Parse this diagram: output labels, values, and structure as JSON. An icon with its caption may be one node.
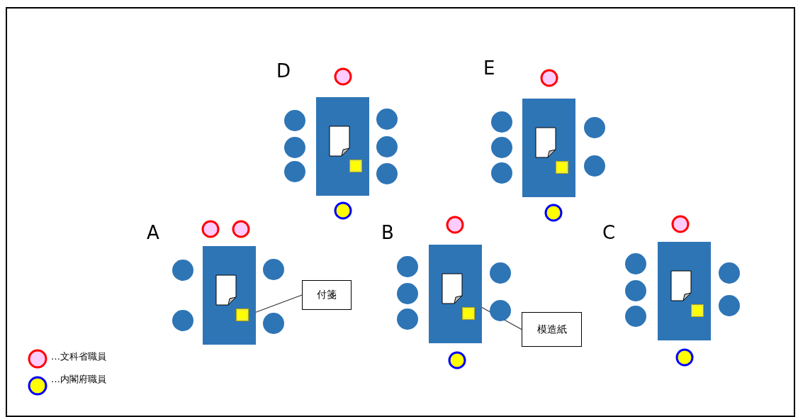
{
  "diagram": {
    "nodes": [
      {
        "text": [
          "D"
        ]
      },
      {
        "text": [
          "E"
        ]
      },
      {
        "text": [
          "A"
        ]
      },
      {
        "text": [],
        "shape": "box",
        "in": 2
      },
      {
        "text": [
          "付箋"
        ]
      },
      {
        "text": [
          "B"
        ]
      },
      {
        "text": [],
        "shape": "document",
        "in": 5
      },
      {
        "text": [
          "模造紙"
        ]
      },
      {
        "text": [
          "C"
        ]
      }
    ],
    "edges": [
      {
        "from": 4,
        "to": 3,
        "arrow": "none"
      },
      {
        "from": 7,
        "to": 6,
        "arrow": "none"
      }
    ],
    "legend": [
      {
        "text": "…文科省職員",
        "color": "#ffccff"
      },
      {
        "text": "…内閣府職員",
        "color": "#ffff00"
      }
    ]
  }
}
